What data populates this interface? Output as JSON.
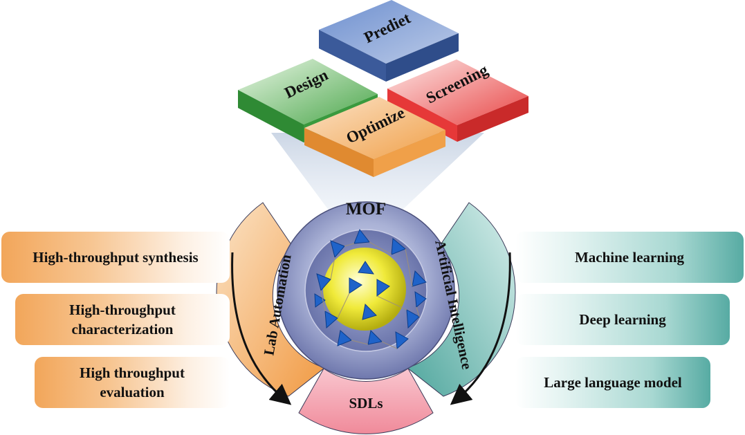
{
  "tiles": {
    "predict": "Prediet",
    "design": "Design",
    "screening": "Screening",
    "optimize": "Optimize"
  },
  "center": {
    "mof": "MOF",
    "sdls": "SDLs",
    "lab_automation": "Lab Automation",
    "artificial_intelligence": "Artificial Intelligence"
  },
  "left_boxes": [
    "High-throughput synthesis",
    "High-throughput characterization",
    "High throughput evaluation"
  ],
  "right_boxes": [
    "Machine learning",
    "Deep learning",
    "Large language model"
  ],
  "colors": {
    "predict": "#4a6fb5",
    "design": "#4aa64a",
    "screening": "#e84545",
    "optimize": "#f3a65a",
    "lab_automation_arc": "#f6b36a",
    "ai_arc": "#6cc0b7",
    "sdls_arc": "#f08a9a",
    "mof_disc": "#7f88b8"
  }
}
